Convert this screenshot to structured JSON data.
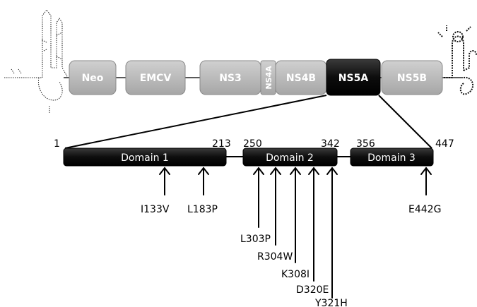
{
  "construct": {
    "genes": [
      {
        "label": "Neo",
        "highlight": false
      },
      {
        "label": "EMCV",
        "highlight": false
      },
      {
        "label": "NS3",
        "highlight": false
      },
      {
        "label": "NS4A",
        "highlight": false
      },
      {
        "label": "NS4B",
        "highlight": false
      },
      {
        "label": "NS5A",
        "highlight": true
      },
      {
        "label": "NS5B",
        "highlight": false
      }
    ]
  },
  "ns5a": {
    "boundaries": [
      "1",
      "213",
      "250",
      "342",
      "356",
      "447"
    ],
    "domains": [
      {
        "label": "Domain 1"
      },
      {
        "label": "Domain 2"
      },
      {
        "label": "Domain 3"
      }
    ],
    "mutations": [
      "I133V",
      "L183P",
      "L303P",
      "R304W",
      "K308I",
      "D320E",
      "Y321H",
      "E442G"
    ]
  },
  "colors": {
    "gene_box": "#b3b3b3",
    "gene_box_highlight": "#111111",
    "domain_box": "#151515",
    "line": "#000000"
  }
}
